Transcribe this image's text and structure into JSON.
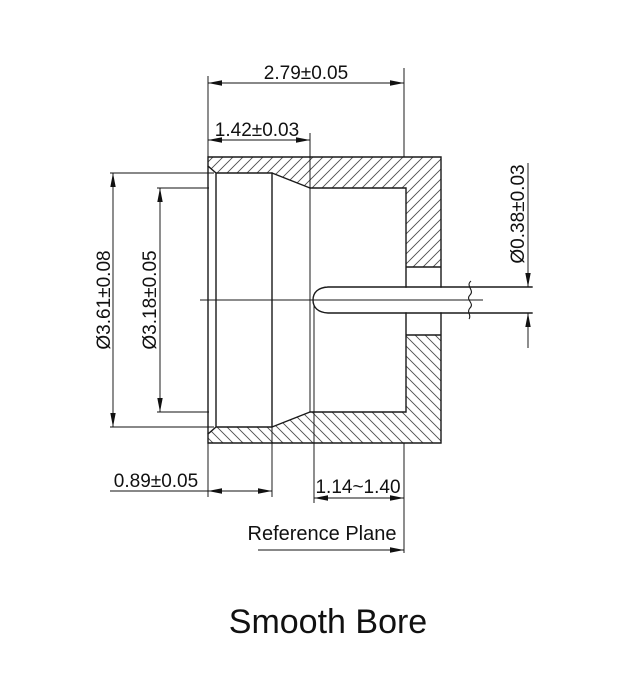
{
  "title": "Smooth Bore",
  "dimensions": {
    "overall_depth": "2.79±0.05",
    "counterbore_depth": "1.42±0.03",
    "entry_bore_diameter": "Ø3.61±0.08",
    "inner_bore_diameter": "Ø3.18±0.05",
    "pin_diameter": "Ø0.38±0.03",
    "entry_depth": "0.89±0.05",
    "pin_recession": "1.14~1.40",
    "reference_plane_label": "Reference Plane"
  }
}
